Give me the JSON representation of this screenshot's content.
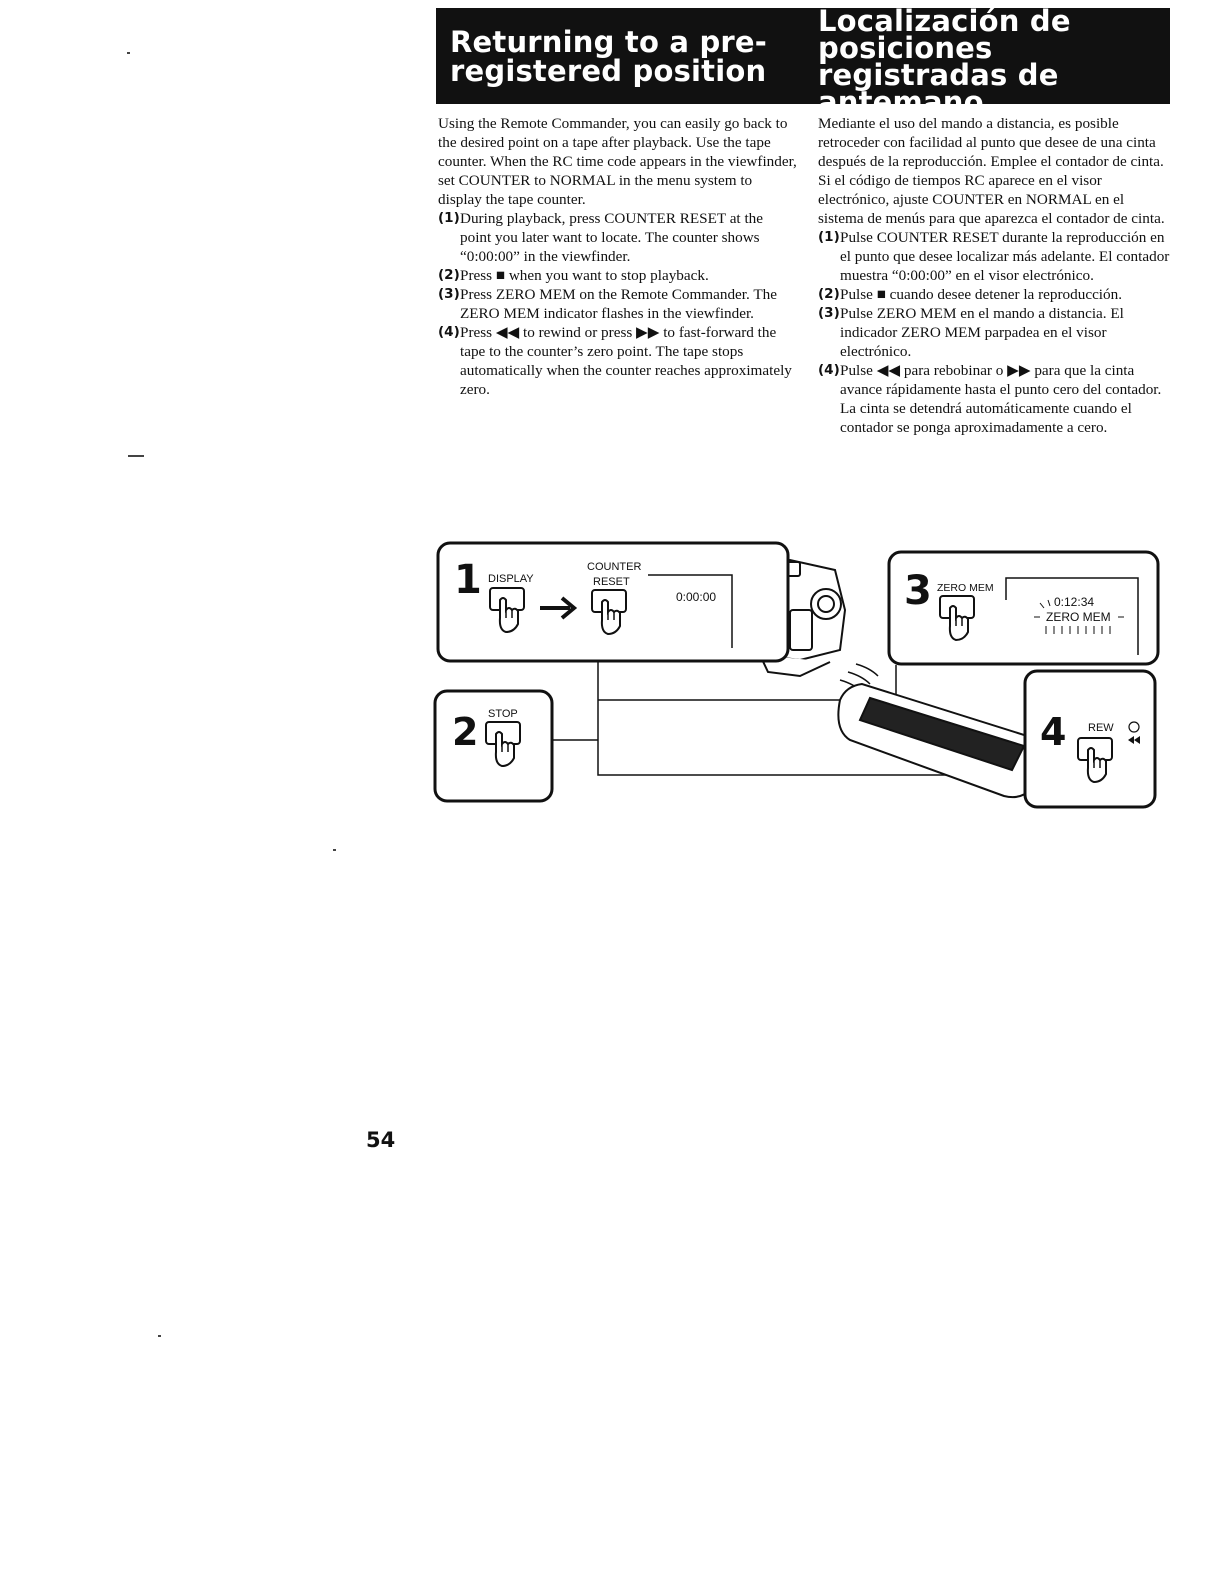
{
  "header": {
    "title_en": "Returning to a pre-registered position",
    "title_es": "Localización de posiciones registradas de antemano"
  },
  "english": {
    "intro": "Using the Remote Commander, you can easily go back to the desired point on a tape after playback. Use the tape counter. When the RC time code appears in the viewfinder, set COUNTER to NORMAL in the menu system to display the tape counter.",
    "steps": [
      {
        "num": "(1)",
        "text": "During playback, press COUNTER RESET at the point you later want to locate. The counter shows “0:00:00” in the viewfinder."
      },
      {
        "num": "(2)",
        "text": "Press ■ when you want to stop playback."
      },
      {
        "num": "(3)",
        "text": "Press ZERO MEM on the Remote Commander. The ZERO MEM indicator flashes in the viewfinder."
      },
      {
        "num": "(4)",
        "text": "Press ◀◀ to rewind or press ▶▶ to fast-forward the tape to the counter’s zero point. The tape stops automatically when the counter reaches approximately zero."
      }
    ]
  },
  "spanish": {
    "intro": "Mediante el uso del mando a distancia, es posible retroceder con facilidad al punto que desee de una cinta después de la reproducción. Emplee el contador de cinta. Si el código de tiempos RC aparece en el visor electrónico, ajuste COUNTER en NORMAL en el sistema de menús para que aparezca el contador de cinta.",
    "steps": [
      {
        "num": "(1)",
        "text": "Pulse COUNTER RESET durante la reproducción en el punto que desee localizar más adelante. El contador muestra “0:00:00” en el visor electrónico."
      },
      {
        "num": "(2)",
        "text": "Pulse ■ cuando desee detener la reproducción."
      },
      {
        "num": "(3)",
        "text": "Pulse ZERO MEM en el mando a distancia. El indicador ZERO MEM parpadea en el visor electrónico."
      },
      {
        "num": "(4)",
        "text": "Pulse ◀◀ para rebobinar o ▶▶ para que la cinta avance rápidamente hasta el punto cero del contador. La cinta se detendrá automáticamente cuando el contador se ponga aproximadamente a cero."
      }
    ]
  },
  "illustration": {
    "panel1": {
      "num": "1",
      "display_label": "DISPLAY",
      "counter_label": "COUNTER",
      "reset_label": "RESET",
      "readout": "0:00:00"
    },
    "panel2": {
      "num": "2",
      "stop_label": "STOP"
    },
    "panel3": {
      "num": "3",
      "zero_mem_label": "ZERO MEM",
      "readout_time": "0:12:34",
      "readout_text": "ZERO MEM"
    },
    "panel4": {
      "num": "4",
      "rew_label": "REW"
    }
  },
  "page_number": "54"
}
